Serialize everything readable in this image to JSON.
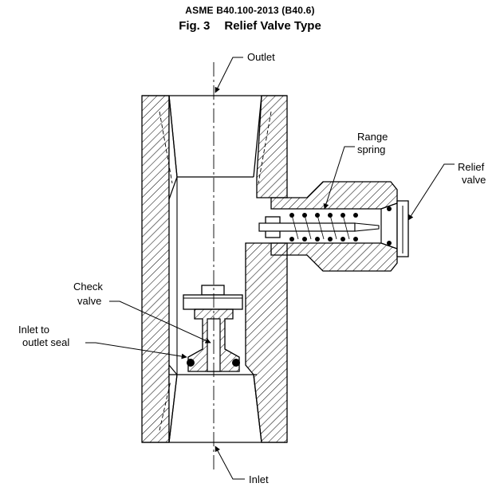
{
  "header": {
    "standard": "ASME B40.100-2013 (B40.6)",
    "figure_number": "Fig. 3",
    "figure_title": "Relief Valve Type"
  },
  "labels": {
    "outlet": "Outlet",
    "inlet": "Inlet",
    "range_spring_line1": "Range",
    "range_spring_line2": "spring",
    "relief_valve_line1": "Relief",
    "relief_valve_line2": "valve",
    "check_valve_line1": "Check",
    "check_valve_line2": "valve",
    "inlet_seal_line1": "Inlet to",
    "inlet_seal_line2": "outlet seal"
  }
}
